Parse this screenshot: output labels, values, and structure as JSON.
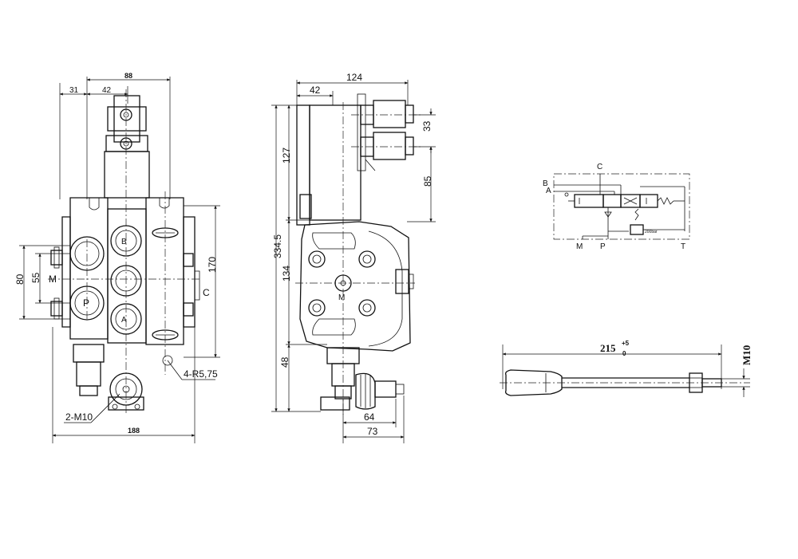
{
  "front_view": {
    "dims": {
      "d31": "31",
      "d42": "42",
      "d88": "88",
      "d80": "80",
      "d55": "55",
      "d170": "170",
      "d188": "188",
      "d2m10": "2-M10",
      "d4r": "4-R5,75"
    },
    "labels": {
      "M": "M",
      "P": "P",
      "C": "C",
      "A": "A",
      "B": "B"
    }
  },
  "side_view": {
    "dims": {
      "d124": "124",
      "d42": "42",
      "d33": "33",
      "d85": "85",
      "d127": "127",
      "d3345": "334.5",
      "d134": "134",
      "d48": "48",
      "d64": "64",
      "d73": "73"
    },
    "labels": {
      "M": "M"
    }
  },
  "schematic": {
    "labels": {
      "C": "C",
      "B": "B",
      "A": "A",
      "M": "M",
      "P": "P",
      "T": "T"
    },
    "relief_setting": "200bar"
  },
  "handle": {
    "length": "215",
    "tol_upper": "+5",
    "tol_lower": "0",
    "thread": "M10"
  }
}
